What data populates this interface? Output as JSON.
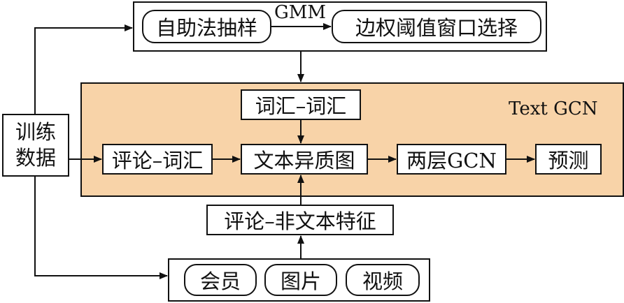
{
  "diagram": {
    "top": {
      "sampling": "自助法抽样",
      "gmm": "GMM",
      "threshold": "边权阈值窗口选择"
    },
    "panel": {
      "title": "Text GCN",
      "vocab_vocab": "词汇–词汇",
      "review_vocab": "评论–词汇",
      "hetero_graph": "文本异质图",
      "two_layer_gcn": "两层GCN",
      "predict": "预测"
    },
    "training_data": "训练\n数据",
    "nontext_edge": "评论–非文本特征",
    "features": {
      "member": "会员",
      "image": "图片",
      "video": "视频"
    }
  }
}
